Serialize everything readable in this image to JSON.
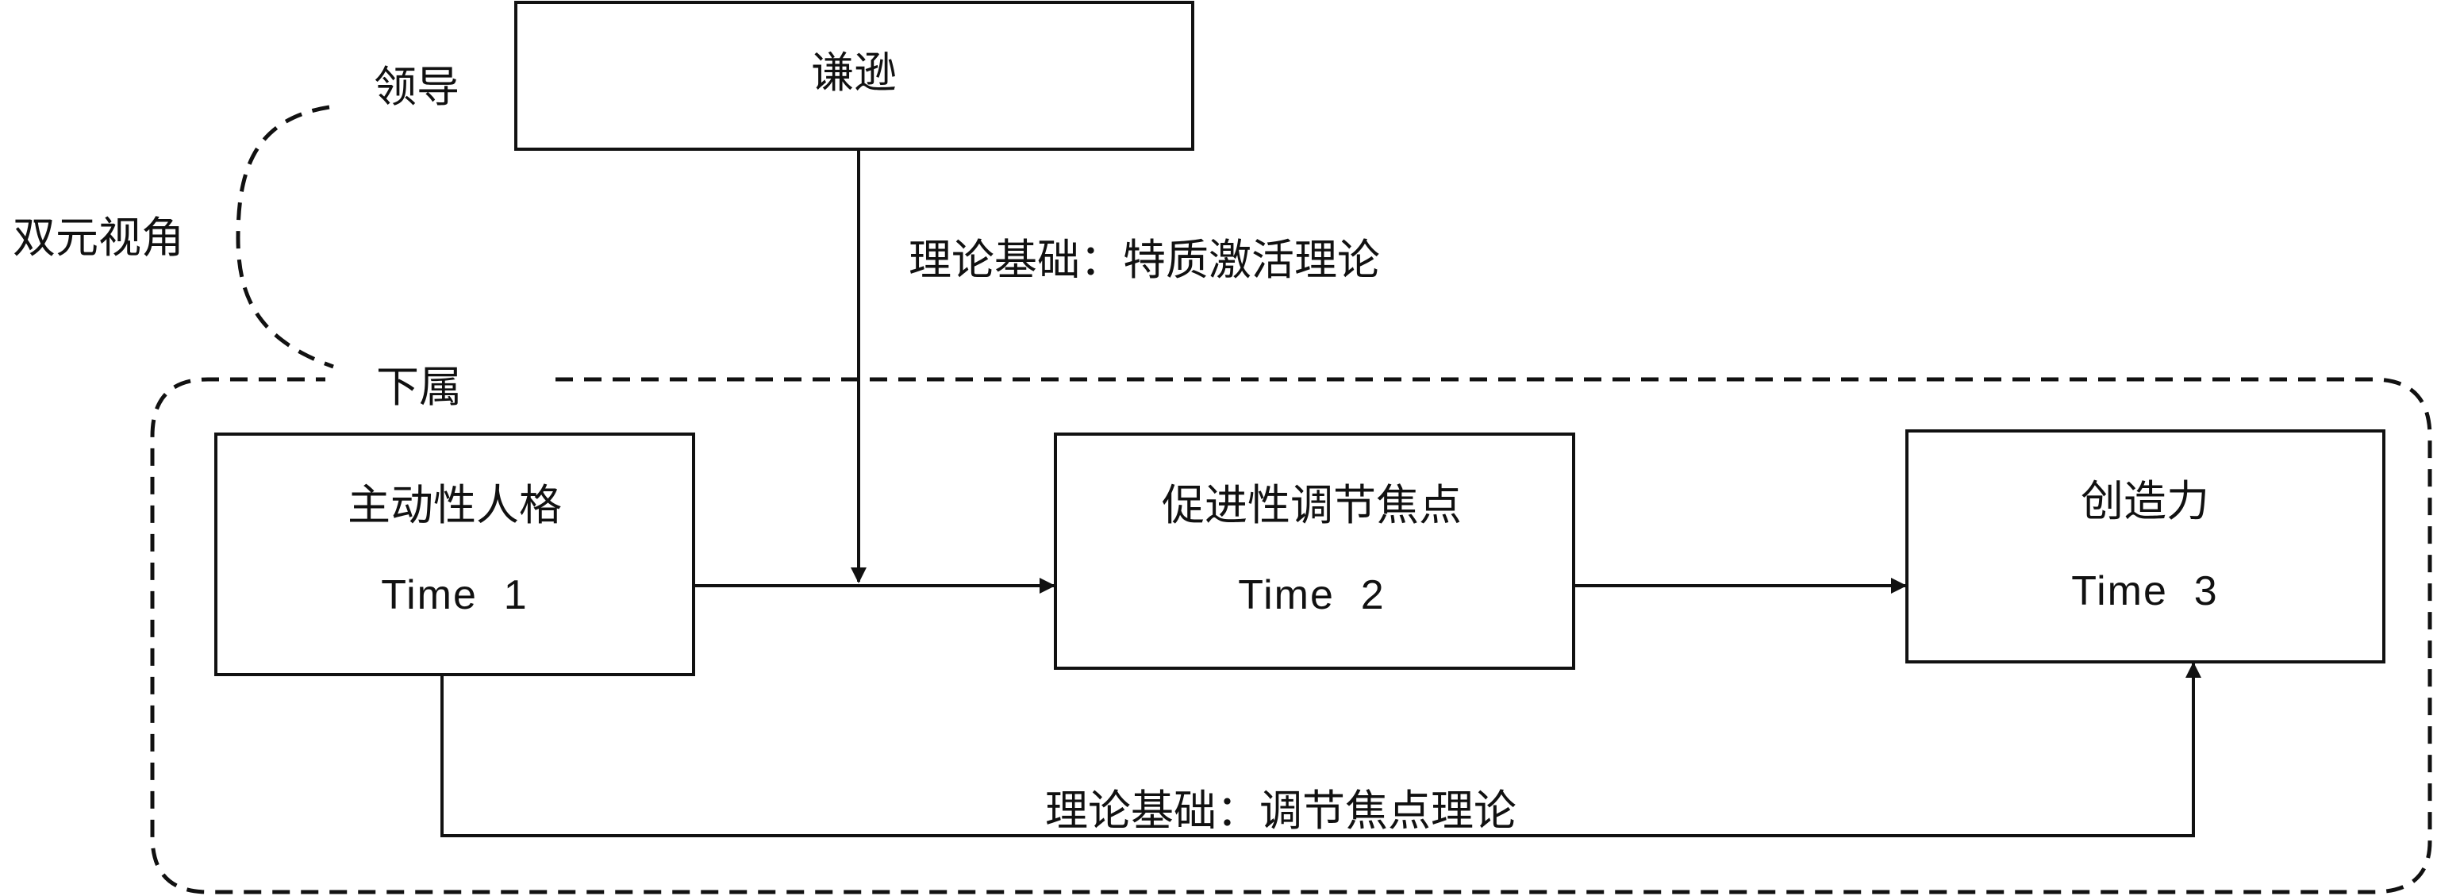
{
  "diagram": {
    "leader_label": "领导",
    "subordinate_label": "下属",
    "perspective_label": "双元视角",
    "humility_box": "谦逊",
    "theory_top": "理论基础：特质激活理论",
    "theory_bottom": "理论基础：调节焦点理论",
    "proactive": {
      "title": "主动性人格",
      "time": "Time  1"
    },
    "promotion": {
      "title": "促进性调节焦点",
      "time": "Time  2"
    },
    "creativity": {
      "title": "创造力",
      "time": "Time  3"
    }
  }
}
